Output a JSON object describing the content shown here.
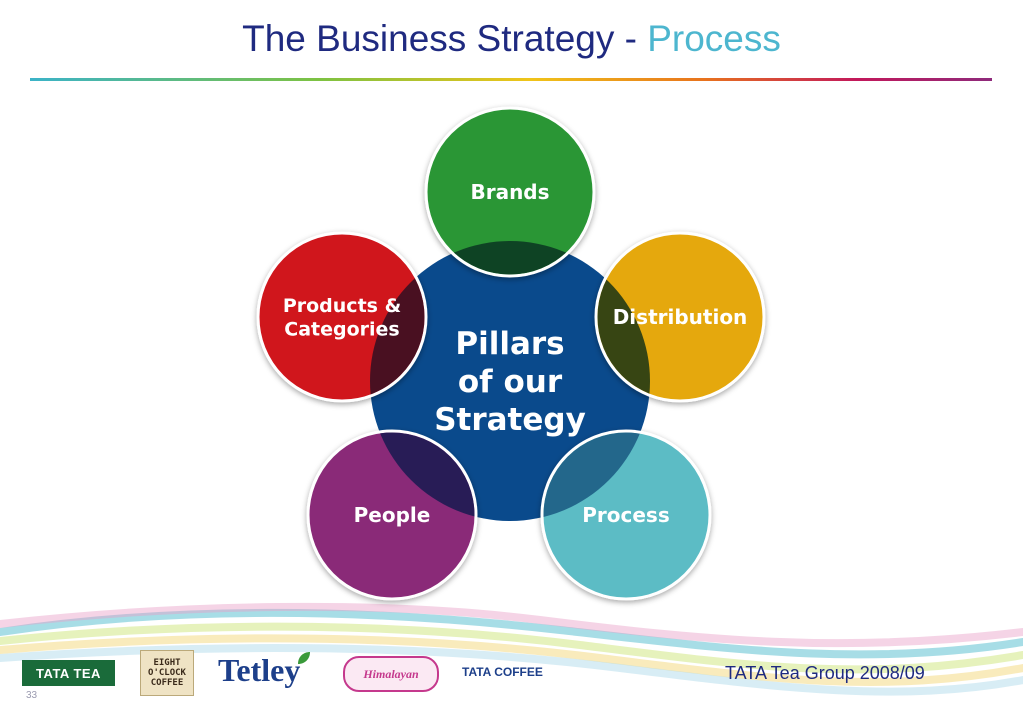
{
  "slide": {
    "title_main": "The Business Strategy - ",
    "title_accent": "Process",
    "page_number": "33",
    "group_label": "TATA Tea Group 2008/09"
  },
  "diagram": {
    "center": {
      "lines": [
        "Pillars",
        "of our",
        "Strategy"
      ],
      "color": "#0a4a8c"
    },
    "pillars": [
      {
        "label_lines": [
          "Brands"
        ],
        "color": "#2a9636"
      },
      {
        "label_lines": [
          "Distribution"
        ],
        "color": "#e5a809"
      },
      {
        "label_lines": [
          "Process"
        ],
        "color": "#5cbcc5"
      },
      {
        "label_lines": [
          "People"
        ],
        "color": "#8a2a78"
      },
      {
        "label_lines": [
          "Products &",
          "Categories"
        ],
        "color": "#d0121f"
      }
    ]
  },
  "footer": {
    "logos": {
      "tata_tea": "TATA TEA",
      "eight_oclock": "EIGHT\nO'CLOCK\nCOFFEE",
      "tetley": "Tetley",
      "himalayan": "Himalayan",
      "tata_coffee": "TATA COFFEE"
    },
    "wave_colors": [
      "#3bb3c8",
      "#c7e26b",
      "#f2d36b",
      "#e8a0c8",
      "#a8d8e8"
    ]
  }
}
